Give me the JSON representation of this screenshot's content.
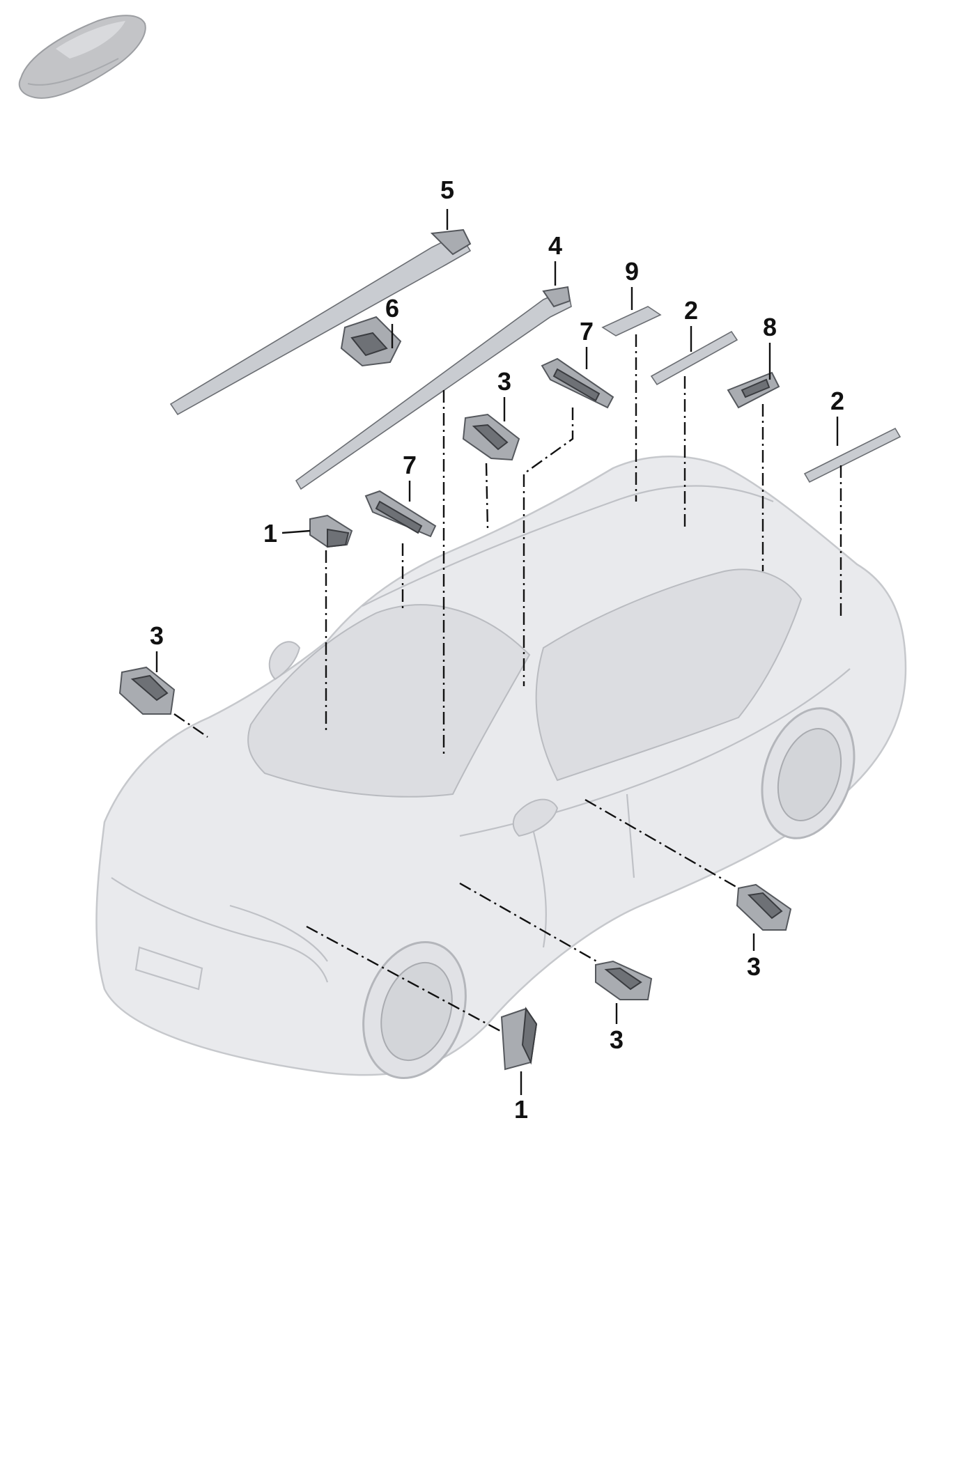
{
  "callouts": [
    {
      "id": "c5",
      "label": "5"
    },
    {
      "id": "c4",
      "label": "4"
    },
    {
      "id": "c9",
      "label": "9"
    },
    {
      "id": "c6",
      "label": "6"
    },
    {
      "id": "c2a",
      "label": "2"
    },
    {
      "id": "c7a",
      "label": "7"
    },
    {
      "id": "c8",
      "label": "8"
    },
    {
      "id": "c3a",
      "label": "3"
    },
    {
      "id": "c2b",
      "label": "2"
    },
    {
      "id": "c7b",
      "label": "7"
    },
    {
      "id": "c1a",
      "label": "1"
    },
    {
      "id": "c3b",
      "label": "3"
    },
    {
      "id": "c3c",
      "label": "3"
    },
    {
      "id": "c3d",
      "label": "3"
    },
    {
      "id": "c1b",
      "label": "1"
    }
  ],
  "icons": {
    "thumbnail": "car-thumbnail-icon"
  }
}
